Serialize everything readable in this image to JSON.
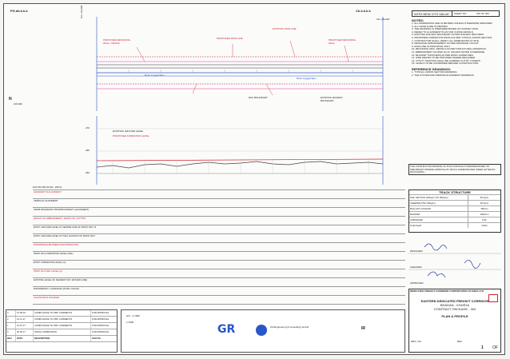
{
  "sheet": {
    "top_left_marker": "PG.dk.k.k.k",
    "top_right_marker": "Ch.k.k.k.k",
    "sheet_no_label": "SHEET NO.",
    "sheet_no_value": "182 OF 306",
    "doc_status": "WITH NEW GTS VALUE"
  },
  "plan": {
    "labels": [
      {
        "text": "PROPOSED RETAINING WALL / FENCE",
        "color": "#d2222d"
      },
      {
        "text": "PROPOSED ROW LINE",
        "color": "#d2222d"
      },
      {
        "text": "EXISTING ROW LINE",
        "color": "#d2222d"
      },
      {
        "text": "PROPOSED RETAINING WALL",
        "color": "#d2222d"
      },
      {
        "text": "Rowr Logged Elev",
        "color": "#2a56c8"
      },
      {
        "text": "Rowr Logged Elev",
        "color": "#2a56c8"
      },
      {
        "text": "DFC BOUNDARY",
        "color": "#333333"
      },
      {
        "text": "EXISTING RAILWAY BOUNDARY",
        "color": "#333333"
      }
    ],
    "north_label": "N",
    "scale_value": "100.000",
    "chainage_left": "CH:-18+000",
    "chainage_right": "CH:-18+200"
  },
  "profile": {
    "elev_labels": [
      "270",
      "265",
      "260"
    ],
    "datum_label": "DATUM 260.00 (RL: 260.0)",
    "annotations": [
      "EXISTING GROUND LEVEL",
      "PROPOSED FORMATION LEVEL"
    ]
  },
  "band_rows": [
    "GRADIENT IN ALIGNMENT",
    "VERTICAL ALIGNMENT",
    "FROM BOUNDARY FROM BOUNDARY (ALIGNMENT)",
    "HEIGHT OF EMBANKMENT / DEPTH OF CUTTING",
    "EXIST. GROUND LEVEL AT CENTRE LINE OF PROP. DFC TRACK (m)",
    "EXIST. GROUND LEVEL AT TOE LOCATION OF PROP. DFC TRACK",
    "DIFFERENCE BETWEEN FRL/FORMATION",
    "PROP. DFC FORMATION LEVEL (FRL)",
    "EXIST. FORMATION LEVEL (m)",
    "PROP. DFC RAIL LEVEL (m)",
    "EXISTING LEVEL OF NEAREST RLY (IR MAIN LINE)",
    "DISCREPANCY CHAINAGE (IN DFC CHAIN)",
    "CHAINAGE IN DIAGRAM"
  ],
  "notes_title": "NOTES:",
  "notes": [
    "1. ALL DIMENSIONS ARE IN METRES UNLESS OTHERWISE SPECIFIED.",
    "2. ALL LEVELS ARE IN METRES.",
    "3. THE DRAWING IS PREPARED BASED ON SURVEY DATA.",
    "4. REFER TO ALIGNMENT PLAN FOR CURVE DETAILS.",
    "5. EXISTING RAILWAY BOUNDARY AS PER RAILWAY RECORDS.",
    "6. PROPOSED FORMATION WIDTH AS PER TYPICAL CROSS SECTION.",
    "7. CONTRACTOR SHALL VERIFY ALL DIMENSIONS AT SITE.",
    "8. DRAINAGE ARRANGEMENT AS PER DRAINAGE LAYOUT.",
    "9. ROW LINE IS INDICATIVE ONLY.",
    "10. RETAINING WALL DETAILS AS PER STRUCTURAL DRAWINGS.",
    "11. EMBANKMENT SLOPES 2H:1V UNLESS NOTED OTHERWISE.",
    "12. BLANKET THICKNESS AS PER RDSO GUIDELINES.",
    "13. SIDE DRAINS TO BE PROVIDED WHERE REQUIRED.",
    "14. UTILITY SHIFTING SHALL BE CARRIED OUT BY OTHERS.",
    "15. LEVELS TO BE CONFIRMED BEFORE CONSTRUCTION."
  ],
  "reference_title": "REFERENCE DRAWINGS:",
  "reference_items": [
    "1. TYPICAL CROSS SECTION DRAWING",
    "2. THE SYSTEM AND MEDIUM ALIGNMENT DRAWINGS"
  ],
  "approval_stamp": "THIS CONSTRUCTION DRAWING OF PLAN & PROFILE IS PREPARED BASED ON PRELIMINARY DRAWING APPROVAL BY DFCCIL COMMUNICATED UNDER LETTER NO. DFCCIL/EDFC/...",
  "track_structure": {
    "title": "TRACK STRUCTURE",
    "header": [
      "",
      "Difference between ... at (m)"
    ],
    "rows": [
      [
        "RAIL SECTION (60Kg/m UIC 60Kg/m)",
        "60 Kg/m"
      ],
      [
        "SLEEPER (PSC 60Kg/m)",
        "60 Kg/m"
      ],
      [
        "BALLAST CUSHION",
        "350mm"
      ],
      [
        "BLANKET",
        "1000mm"
      ],
      [
        "SUBGRADE",
        "0.5m"
      ],
      [
        "Total Depth",
        "3.00m"
      ]
    ]
  },
  "signatures": [
    {
      "role": "DESIGNED",
      "name": ""
    },
    {
      "role": "CHECKED",
      "name": ""
    },
    {
      "role": "APPROVED",
      "name": ""
    }
  ],
  "client_block": {
    "org": "DEDICATED FREIGHT CORRIDOR CORPORATION OF INDIA LTD.",
    "project": "EASTERN DEDICATED FREIGHT CORRIDOR",
    "section": "BHADAN - KHURJA",
    "package": "CONTRACT PACKAGE - 304",
    "title": "PLAN & PROFILE",
    "drawing_no_label": "DRG. NO.",
    "revision_label": "REV",
    "revision_value": "1",
    "sheet_label": "OF"
  },
  "revisions": [
    {
      "rev": "3",
      "date": "07.08.19",
      "desc": "COMPLIANCE TO PMC COMMENTS",
      "status": "FOR APPROVAL"
    },
    {
      "rev": "2",
      "date": "12.11.17",
      "desc": "COMPLIANCE TO PMC COMMENTS",
      "status": "FOR APPROVAL"
    },
    {
      "rev": "1",
      "date": "21.07.17",
      "desc": "COMPLIANCE TO PMC COMMENTS",
      "status": "FOR APPROVAL"
    },
    {
      "rev": "0",
      "date": "20.05.17",
      "desc": "INITIAL SUBMISSION",
      "status": "FOR APPROVAL"
    }
  ],
  "rev_header": [
    "REV",
    "DATE",
    "DESCRIPTION",
    "STATUS"
  ],
  "footer": {
    "scale": "H/V - 1:1000",
    "contractor_logo": "GR",
    "consultant": "Oil Engineering & Consulting GmbH",
    "ir_logo": "IR",
    "ratio_label": "1:1000"
  }
}
